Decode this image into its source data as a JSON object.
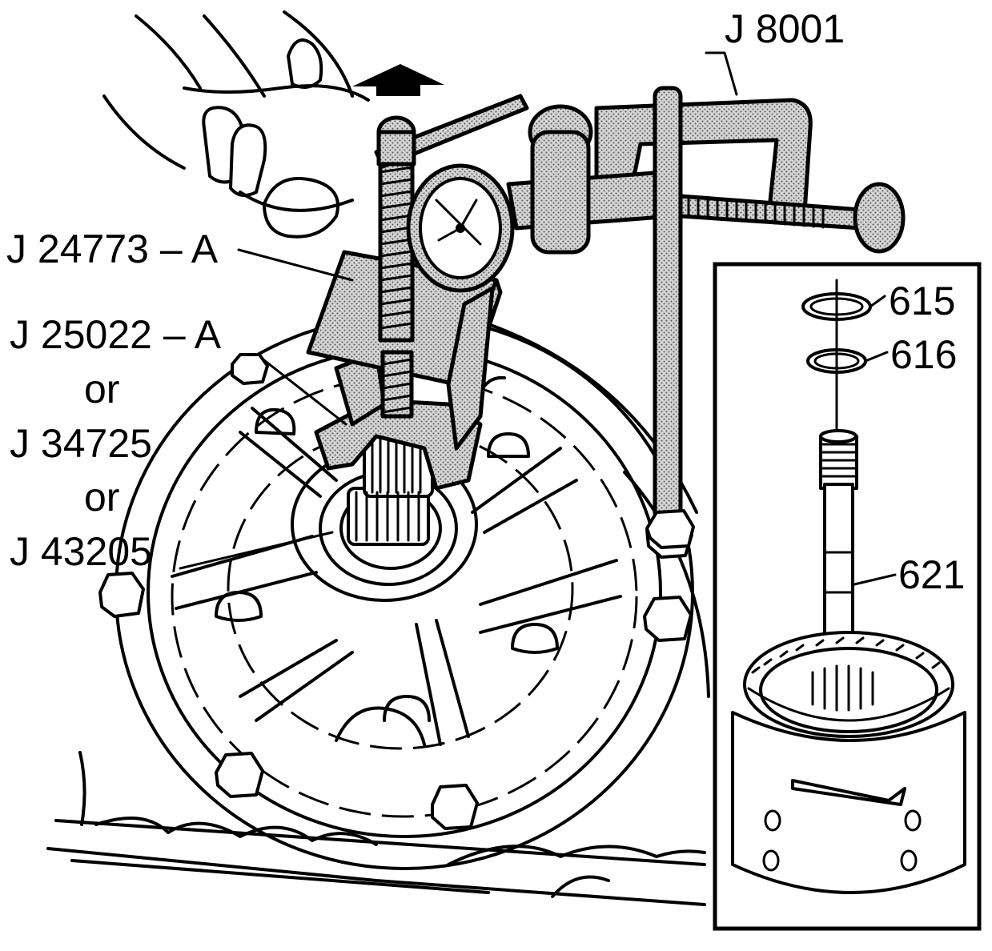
{
  "labels": {
    "j8001": "J 8001",
    "j24773": "J 24773 – A",
    "j25022": "J 25022 – A",
    "or1": "or",
    "j34725": "J 34725",
    "or2": "or",
    "j43205": "J 43205",
    "p615": "615",
    "p616": "616",
    "p621": "621"
  },
  "icons": {
    "lift_arrow": "up-arrow-icon"
  },
  "colors": {
    "ink": "#000000",
    "background": "#ffffff"
  }
}
